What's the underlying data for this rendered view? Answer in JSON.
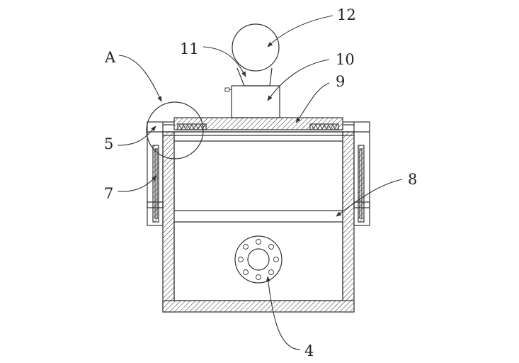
{
  "labels": {
    "l12": "12",
    "l11": "11",
    "l10": "10",
    "l9": "9",
    "lA": "A",
    "l5": "5",
    "l7": "7",
    "l8": "8",
    "l4": "4"
  },
  "colors": {
    "line": "#333333",
    "background": "#ffffff"
  }
}
